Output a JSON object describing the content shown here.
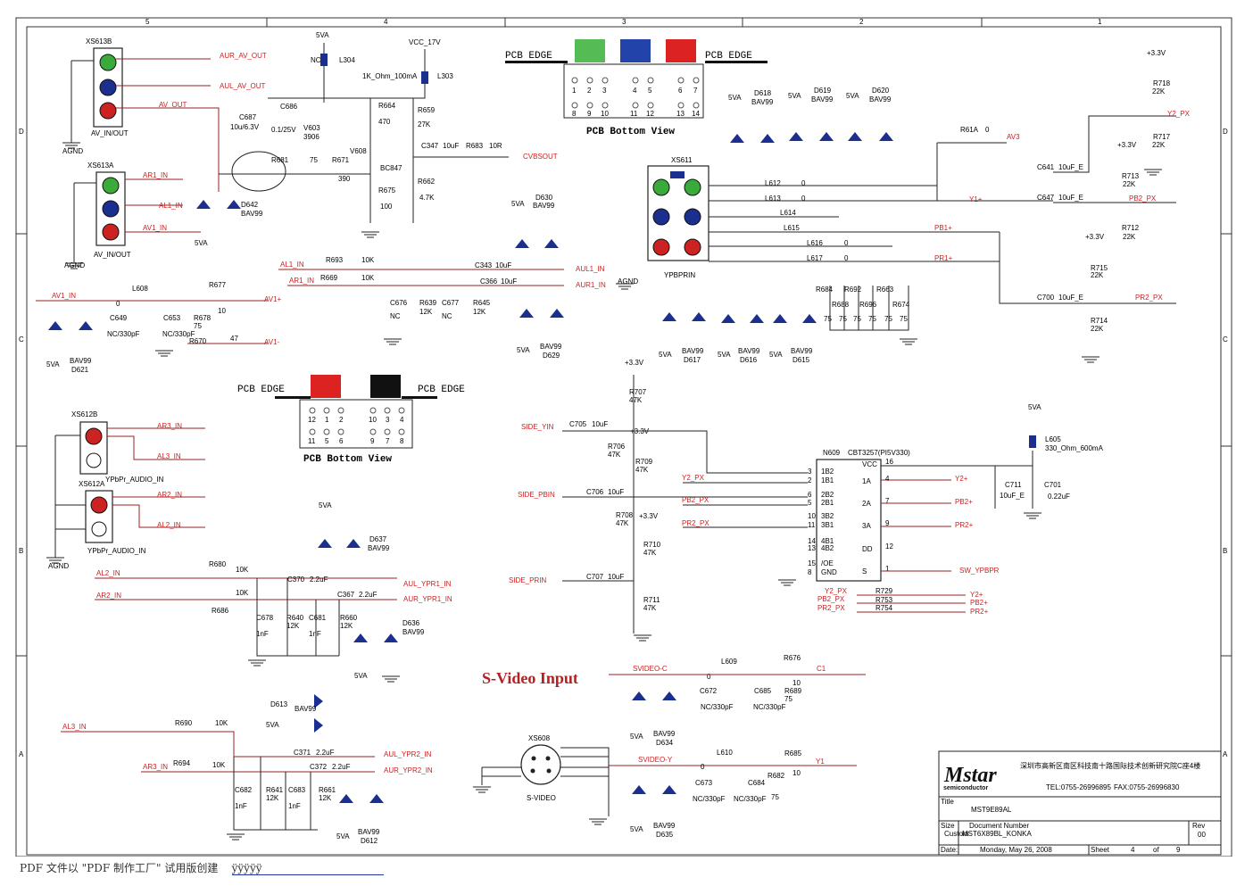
{
  "ruler": {
    "top": [
      "5",
      "4",
      "3",
      "2",
      "1"
    ],
    "side": [
      "D",
      "C",
      "B",
      "A"
    ]
  },
  "connectors": {
    "xs613b": {
      "ref": "XS613B",
      "name": "AV_IN/OUT",
      "gnd": "AGND"
    },
    "xs613a": {
      "ref": "XS613A",
      "name": "AV_IN/OUT",
      "gnd": "AGND"
    },
    "xs612b": {
      "ref": "XS612B",
      "name": "YPbPr_AUDIO_IN"
    },
    "xs612a": {
      "ref": "XS612A",
      "name": "YPbPr_AUDIO_IN",
      "gnd": "AGND"
    },
    "xs611": {
      "ref": "XS611",
      "name": "YPBPRIN",
      "gnd": "AGND"
    },
    "xs608": {
      "ref": "XS608",
      "name": "S-VIDEO"
    }
  },
  "nets": {
    "aur_av_out": "AUR_AV_OUT",
    "aul_av_out": "AUL_AV_OUT",
    "av_out": "AV_OUT",
    "ar1_in": "AR1_IN",
    "al1_in": "AL1_IN",
    "av1_in": "AV1_IN",
    "av1p": "AV1+",
    "av1m": "AV1-",
    "vcc17": "VCC_17V",
    "five_va": "5VA",
    "cvbsout": "CVBSOUT",
    "aul1_in": "AUL1_IN",
    "aur1_in": "AUR1_IN",
    "ar3_in": "AR3_IN",
    "al3_in": "AL3_IN",
    "ar2_in": "AR2_IN",
    "al2_in": "AL2_IN",
    "aul_ypr1": "AUL_YPR1_IN",
    "aur_ypr1": "AUR_YPR1_IN",
    "aul_ypr2": "AUL_YPR2_IN",
    "aur_ypr2": "AUR_YPR2_IN",
    "av3": "AV3",
    "y1p": "Y1+",
    "pb1p": "PB1+",
    "pr1p": "PR1+",
    "y2_px": "Y2_PX",
    "pb2_px": "PB2_PX",
    "pr2_px": "PR2_PX",
    "p33": "+3.3V",
    "side_yin": "SIDE_YIN",
    "side_pbin": "SIDE_PBIN",
    "side_prin": "SIDE_PRIN",
    "y2p": "Y2+",
    "pb2p": "PB2+",
    "pr2p": "PR2+",
    "sw_ypbpr": "SW_YPBPR",
    "svideo_c": "SVIDEO-C",
    "svideo_y": "SVIDEO-Y",
    "c1": "C1",
    "y1": "Y1"
  },
  "pcb": {
    "edge": "PCB EDGE",
    "bottom_view": "PCB Bottom View",
    "top_pins_a": [
      "1",
      "2",
      "3"
    ],
    "top_pins_b": [
      "4",
      "5"
    ],
    "top_pins_c": [
      "6",
      "7"
    ],
    "bot_pins_a": [
      "8",
      "9",
      "10"
    ],
    "bot_pins_b": [
      "11",
      "12"
    ],
    "bot_pins_c": [
      "13",
      "14"
    ],
    "low_top_a": [
      "12",
      "1",
      "2"
    ],
    "low_top_b": [
      "10",
      "3",
      "4"
    ],
    "low_bot_a": [
      "11",
      "5",
      "6"
    ],
    "low_bot_b": [
      "9",
      "7",
      "8"
    ]
  },
  "parts": {
    "l304": "L304",
    "l303": "L303",
    "ferrite": "1K_Ohm_100mA",
    "nc": "NC",
    "c687": "C687",
    "c687v": "10u/6.3V",
    "c686": "C686",
    "c686v": "0.1/25V",
    "v603": "V603",
    "v603v": "3906",
    "r664": "R664",
    "r664v": "470",
    "r659": "R659",
    "r659v": "27K",
    "v608": "V608",
    "bc847": "BC847",
    "c347": "C347",
    "c347v": "10uF",
    "r683": "R683",
    "r683v": "10R",
    "r681": "R681",
    "r681v": "75",
    "r671": "R671",
    "r671v": "390",
    "r675": "R675",
    "r675v": "100",
    "r662": "R662",
    "r662v": "4.7K",
    "d642": "D642",
    "bav99": "BAV99",
    "l608": "L608",
    "r677": "R677",
    "r677v": "10",
    "c649": "C649",
    "c653": "C653",
    "ncc": "NC/330pF",
    "r678": "R678",
    "r678v": "75",
    "r670": "R670",
    "r670v": "47",
    "d621": "D621",
    "r693": "R693",
    "r669": "R669",
    "k10": "10K",
    "c343": "C343",
    "c366": "C366",
    "c676": "C676",
    "r639": "R639",
    "c677": "C677",
    "r645": "R645",
    "k12": "12K",
    "d630": "D630",
    "d629": "D629",
    "d618": "D618",
    "d619": "D619",
    "d620": "D620",
    "r61a": "R61A",
    "zero": "0",
    "l612": "L612",
    "l613": "L613",
    "l614": "L614",
    "l615": "L615",
    "l616": "L616",
    "l617": "L617",
    "r684": "R684",
    "r688": "R688",
    "r692": "R692",
    "r696": "R696",
    "r663": "R663",
    "r674": "R674",
    "r75": "75",
    "d617": "D617",
    "d616": "D616",
    "d615": "D615",
    "c641": "C641",
    "c647": "C647",
    "c700": "C700",
    "c10uf_e": "10uF_E",
    "r718": "R718",
    "r717": "R717",
    "r713": "R713",
    "r712": "R712",
    "r715": "R715",
    "r714": "R714",
    "k22": "22K",
    "r680": "R680",
    "r686": "R686",
    "c370": "C370",
    "c367": "C367",
    "uf22": "2.2uF",
    "c678": "C678",
    "r640": "R640",
    "c681": "C681",
    "r660": "R660",
    "d636": "D636",
    "d637": "D637",
    "nf1": "1nF",
    "d613": "D613",
    "r690": "R690",
    "r694": "R694",
    "c371": "C371",
    "c372": "C372",
    "c682": "C682",
    "r641": "R641",
    "c683": "C683",
    "r661": "R661",
    "d612": "D612",
    "r707": "R707",
    "r706": "R706",
    "r709": "R709",
    "r708": "R708",
    "r710": "R710",
    "r711": "R711",
    "k47": "47K",
    "c705": "C705",
    "c706": "C706",
    "c707": "C707",
    "uf10": "10uF",
    "n609": "N609",
    "cbt": "CBT3257(PI5V330)",
    "l605": "L605",
    "l605v": "330_Ohm_600mA",
    "c711": "C711",
    "c701": "C701",
    "c711v": "10uF_E",
    "c701v": "0.22uF",
    "r729": "R729",
    "r753": "R753",
    "r754": "R754",
    "r0": "0",
    "l609": "L609",
    "l610": "L610",
    "r676": "R676",
    "r689": "R689",
    "r685": "R685",
    "r682": "R682",
    "c672": "C672",
    "c685": "C685",
    "c673": "C673",
    "c684": "C684",
    "d634": "D634",
    "d635": "D635"
  },
  "chip": {
    "left_pins": [
      [
        "3",
        "1B2"
      ],
      [
        "2",
        "1B1"
      ],
      [
        "6",
        "2B2"
      ],
      [
        "5",
        "2B1"
      ],
      [
        "10",
        "3B2"
      ],
      [
        "11",
        "3B1"
      ],
      [
        "14",
        "4B1"
      ],
      [
        "13",
        "4B2"
      ],
      [
        "15",
        "/OE"
      ],
      [
        "8",
        "GND"
      ]
    ],
    "right_pins": [
      [
        "16",
        "VCC"
      ],
      [
        "4",
        "1A"
      ],
      [
        "7",
        "2A"
      ],
      [
        "9",
        "3A"
      ],
      [
        "12",
        "DD"
      ],
      [
        "1",
        "S"
      ]
    ]
  },
  "svideo_title": "S-Video Input",
  "titleblock": {
    "logo": "Mstar",
    "logo_sub": "semiconductor",
    "address": "深圳市高新区南区科技南十路国际技术创新研究院C座4楼",
    "tel": "TEL:0755-26996895",
    "fax": "FAX:0755-26996830",
    "title_label": "Title",
    "title": "MST9E89AL",
    "size_label": "Size",
    "size": "Custom",
    "docnum_label": "Document Number",
    "docnum": "MST6X89BL_KONKA",
    "rev_label": "Rev",
    "rev": "00",
    "date_label": "Date:",
    "date": "Monday, May 26, 2008",
    "sheet_label": "Sheet",
    "sheet": "4",
    "of_label": "of",
    "of": "9"
  },
  "footer": {
    "text": "PDF 文件以 \"PDF 制作工厂\" 试用版创建",
    "link": "ÿÿÿÿÿ"
  }
}
